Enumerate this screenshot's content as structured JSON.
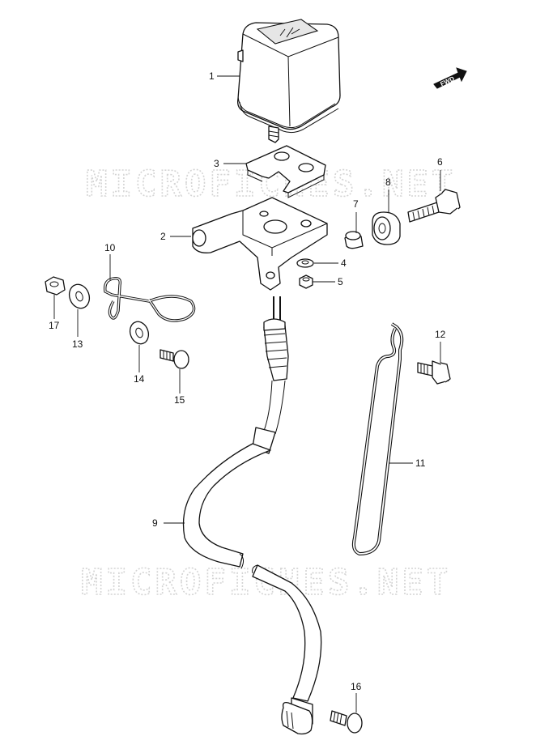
{
  "watermarks": [
    "MICROFICHES.NET",
    "MICROFICHES.NET"
  ],
  "direction_marker": "FWD",
  "callouts": [
    {
      "id": "c1",
      "label": "1"
    },
    {
      "id": "c2",
      "label": "2"
    },
    {
      "id": "c3",
      "label": "3"
    },
    {
      "id": "c4",
      "label": "4"
    },
    {
      "id": "c5",
      "label": "5"
    },
    {
      "id": "c6",
      "label": "6"
    },
    {
      "id": "c7",
      "label": "7"
    },
    {
      "id": "c8",
      "label": "8"
    },
    {
      "id": "c9",
      "label": "9"
    },
    {
      "id": "c10",
      "label": "10"
    },
    {
      "id": "c11",
      "label": "11"
    },
    {
      "id": "c12",
      "label": "12"
    },
    {
      "id": "c13",
      "label": "13"
    },
    {
      "id": "c14",
      "label": "14"
    },
    {
      "id": "c15",
      "label": "15"
    },
    {
      "id": "c16",
      "label": "16"
    },
    {
      "id": "c17",
      "label": "17"
    }
  ]
}
